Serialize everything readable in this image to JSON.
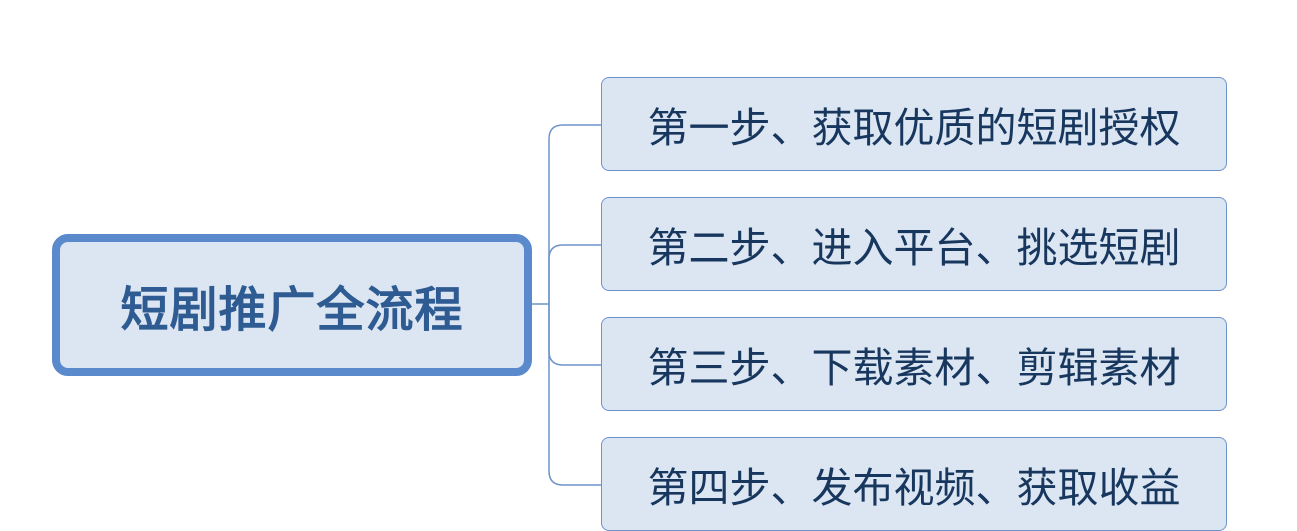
{
  "root": {
    "label": "短剧推广全流程"
  },
  "steps": [
    {
      "label": "第一步、获取优质的短剧授权"
    },
    {
      "label": "第二步、进入平台、挑选短剧"
    },
    {
      "label": "第三步、下载素材、剪辑素材"
    },
    {
      "label": "第四步、发布视频、获取收益"
    }
  ]
}
